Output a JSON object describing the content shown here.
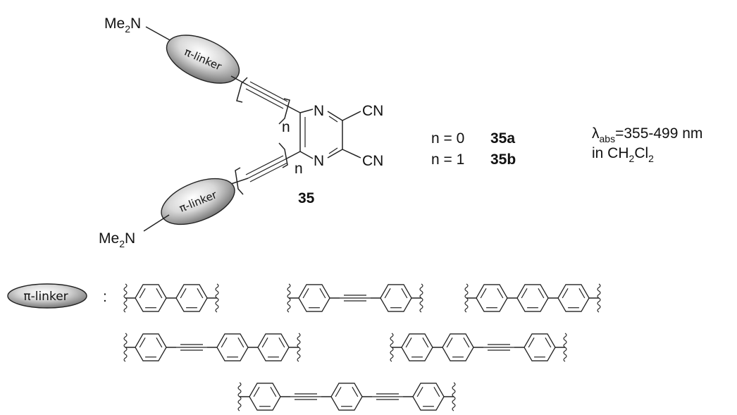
{
  "compound": {
    "number": "35",
    "substituent_top": "Me2N",
    "substituent_bottom": "Me2N",
    "linker_label": "π-linker",
    "repeat_index_top": "n",
    "repeat_index_bottom": "n",
    "groups": [
      "CN",
      "CN"
    ],
    "ring_atoms": [
      "N",
      "N"
    ]
  },
  "variants": [
    {
      "condition": "n = 0",
      "label": "35a"
    },
    {
      "condition": "n = 1",
      "label": "35b"
    }
  ],
  "absorption": {
    "symbol": "λ",
    "subscript": "abs",
    "value": "=355-499 nm",
    "solvent_prefix": "in CH",
    "solvent_sub1": "2",
    "solvent_mid": "Cl",
    "solvent_sub2": "2"
  },
  "legend": {
    "linker_label": "π-linker",
    "separator": ":",
    "linkers": [
      {
        "id": "biphenyl",
        "units": [
          "ring",
          "ring"
        ]
      },
      {
        "id": "tolane",
        "units": [
          "ring",
          "alkyne",
          "ring"
        ]
      },
      {
        "id": "terphenyl",
        "units": [
          "ring",
          "ring",
          "ring"
        ]
      },
      {
        "id": "ring-alkyne-ring-ring",
        "units": [
          "ring",
          "alkyne",
          "ring",
          "ring"
        ]
      },
      {
        "id": "ring-ring-alkyne-ring",
        "units": [
          "ring",
          "ring",
          "alkyne",
          "ring"
        ]
      },
      {
        "id": "ring-alkyne-ring-alkyne-ring",
        "units": [
          "ring",
          "alkyne",
          "ring",
          "alkyne",
          "ring"
        ]
      }
    ]
  }
}
